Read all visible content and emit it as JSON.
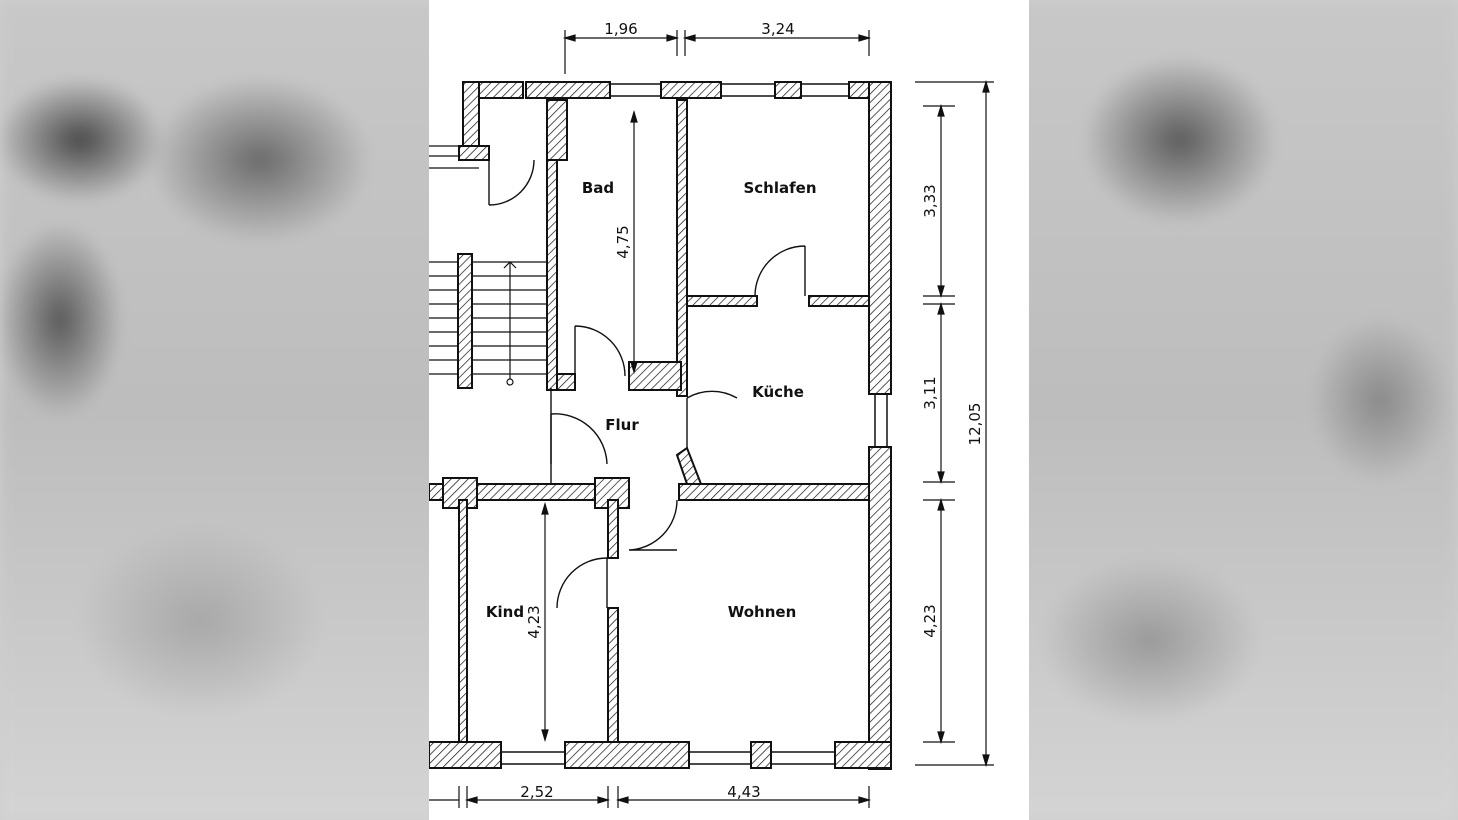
{
  "diagram": {
    "rooms": [
      "Bad",
      "Schlafen",
      "Küche",
      "Flur",
      "Kind",
      "Wohnen"
    ],
    "dimensions": {
      "top_left": "1,96",
      "top_right": "3,24",
      "right_upper": "3,33",
      "right_middle": "3,11",
      "right_lower": "4,23",
      "right_total": "12,05",
      "bad_height": "4,75",
      "kind_height": "4,23",
      "bottom_left": "2,52",
      "bottom_right": "4,43"
    },
    "colors": {
      "paper": "#ffffff",
      "ink": "#111111",
      "background": "#cfcfcf"
    }
  }
}
